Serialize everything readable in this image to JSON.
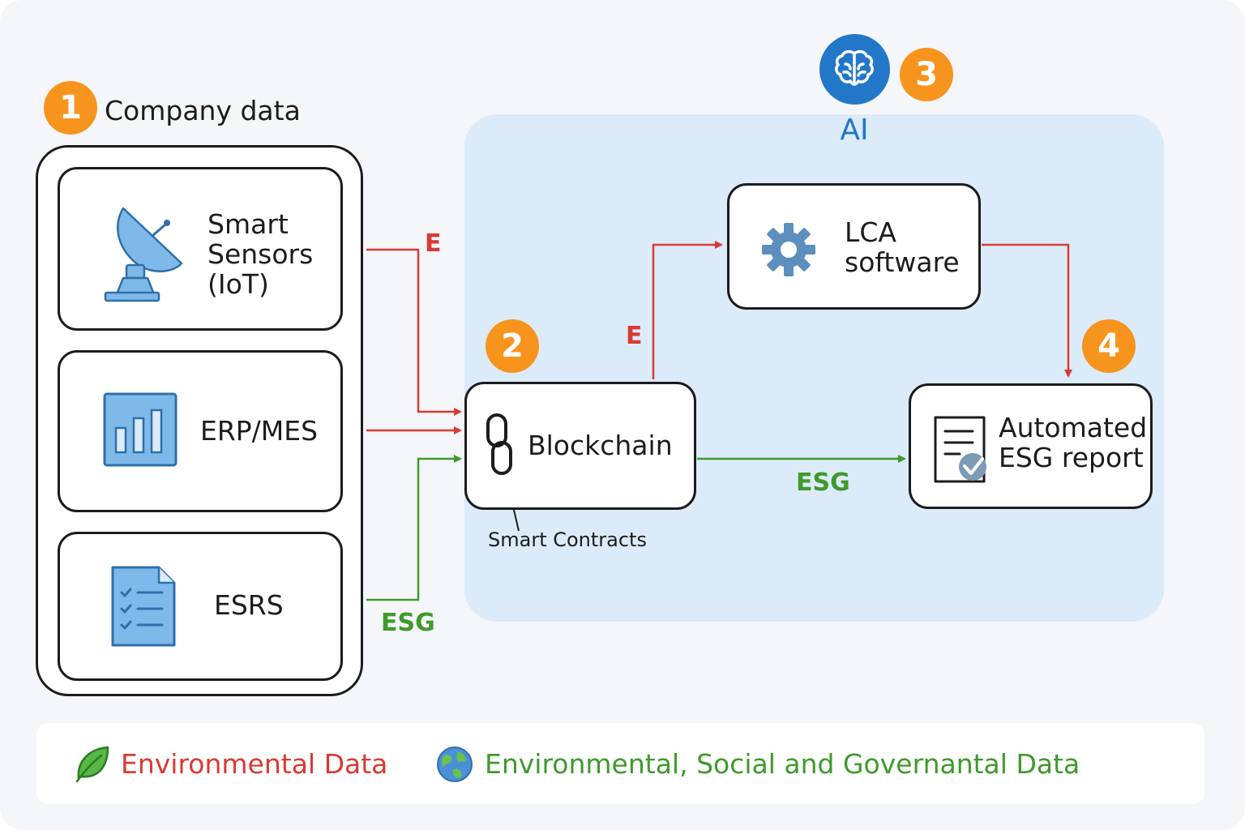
{
  "steps": {
    "one": "1",
    "two": "2",
    "three": "3",
    "four": "4"
  },
  "company": {
    "title": "Company data",
    "sources": {
      "sensors": "Smart Sensors (IoT)",
      "erp": "ERP/MES",
      "esrs": "ESRS"
    }
  },
  "ai": {
    "label": "AI"
  },
  "nodes": {
    "blockchain": "Blockchain",
    "smart_contracts": "Smart Contracts",
    "lca": "LCA software",
    "report": "Automated ESG report"
  },
  "flows": {
    "sensors_to_blockchain": "E",
    "blockchain_to_lca": "E",
    "esrs_to_blockchain": "ESG",
    "blockchain_to_report": "ESG"
  },
  "legend": {
    "environmental": "Environmental Data",
    "esg": "Environmental, Social and Governantal Data"
  },
  "colors": {
    "environmental": "#d93a34",
    "esg": "#3f9a2b",
    "ai_blue": "#2277c9",
    "badge_orange": "#f7941d"
  },
  "icons": {
    "sensors": "satellite-dish-icon",
    "erp": "bar-chart-icon",
    "esrs": "checklist-document-icon",
    "blockchain": "chain-link-icon",
    "lca": "gear-icon",
    "report": "report-check-icon",
    "ai": "brain-icon",
    "environmental": "leaf-icon",
    "esg": "globe-icon"
  }
}
